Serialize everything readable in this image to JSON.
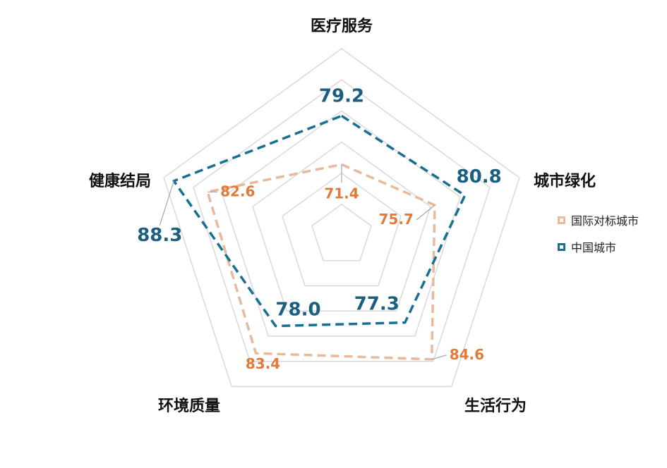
{
  "chart_data": {
    "type": "radar",
    "axes": [
      "医疗服务",
      "城市绿化",
      "生活行为",
      "环境质量",
      "健康结局"
    ],
    "range": [
      60,
      90
    ],
    "grid_levels": [
      65,
      70,
      75,
      80,
      85,
      90
    ],
    "series": [
      {
        "name": "国际对标城市",
        "values": [
          71.4,
          75.7,
          84.6,
          83.4,
          82.6
        ],
        "labels": [
          "71.4",
          "75.7",
          "84.6",
          "83.4",
          "82.6"
        ],
        "color": "#e8b99b",
        "label_color": "#e07b3a"
      },
      {
        "name": "中国城市",
        "values": [
          79.2,
          80.8,
          77.3,
          78.0,
          88.3
        ],
        "labels": [
          "79.2",
          "80.8",
          "77.3",
          "78.0",
          "88.3"
        ],
        "color": "#176f92",
        "label_color": "#1b5f80"
      }
    ],
    "legend": "right",
    "grid_color": "#d9d9d9"
  }
}
